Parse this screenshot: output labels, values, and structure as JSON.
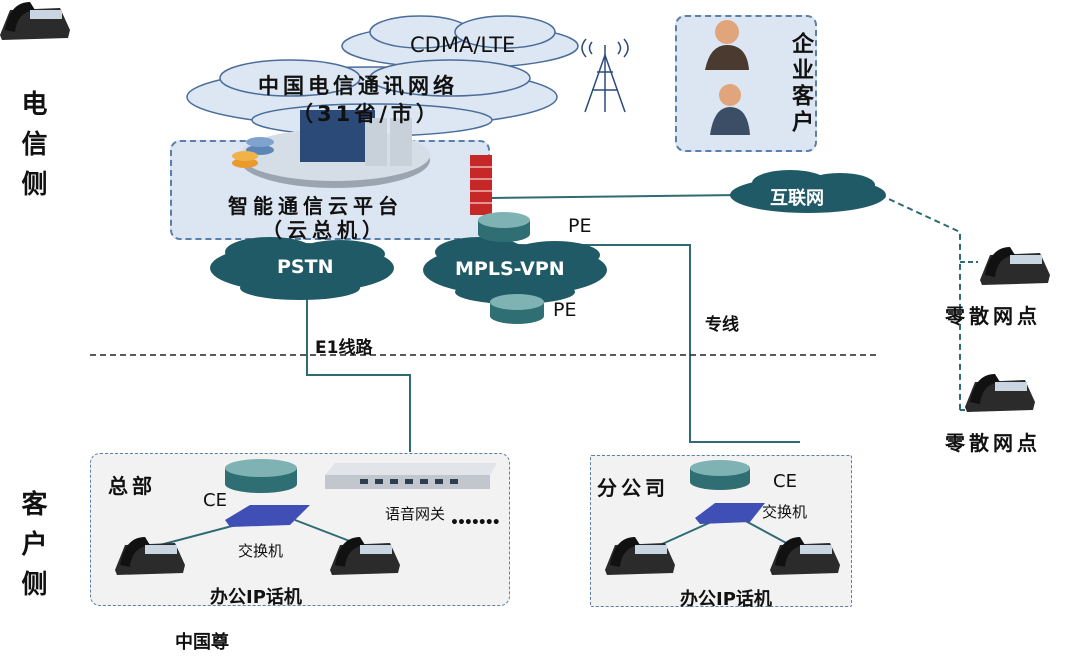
{
  "side_labels": {
    "telecom": "电信侧",
    "customer": "客户侧"
  },
  "clouds": {
    "cdma": "CDMA/LTE",
    "telecom_net_line1": "中国电信通讯网络",
    "telecom_net_line2": "（31省/市）",
    "internet": "互联网",
    "pstn": "PSTN",
    "mpls": "MPLS-VPN"
  },
  "platform": {
    "line1": "智能通信云平台",
    "line2": "（云总机）"
  },
  "enterprise": {
    "label": "企业客户"
  },
  "pe_labels": [
    "PE",
    "PE"
  ],
  "links": {
    "e1": "E1线路",
    "leased": "专线"
  },
  "scattered": [
    "零散网点",
    "零散网点"
  ],
  "hq": {
    "title": "总部",
    "ce": "CE",
    "switch": "交换机",
    "gateway": "语音网关",
    "phones": "办公IP话机",
    "more": "•••••••"
  },
  "branch": {
    "title": "分公司",
    "ce": "CE",
    "switch": "交换机",
    "phones": "办公IP话机"
  },
  "footer": "中国尊",
  "colors": {
    "dark_cloud": "#1f5a66",
    "light_cloud": "#dde7f3",
    "box_fill": "#dce6f2",
    "box_border": "#5a7fa8"
  }
}
